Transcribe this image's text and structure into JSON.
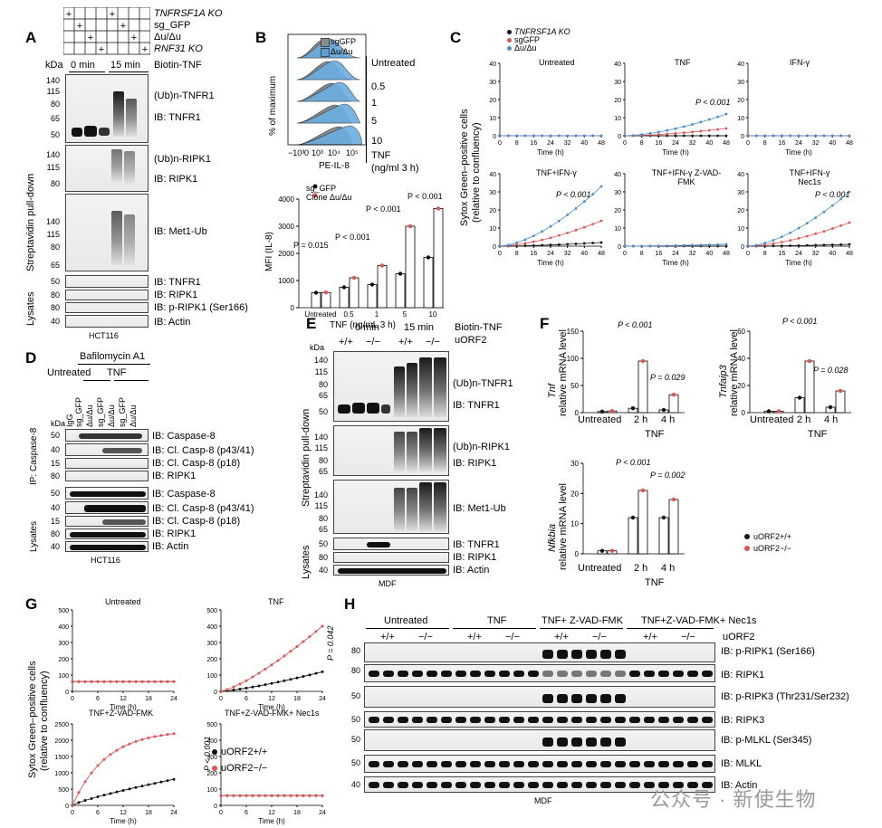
{
  "panels": {
    "A": "A",
    "B": "B",
    "C": "C",
    "D": "D",
    "E": "E",
    "F": "F",
    "G": "G",
    "H": "H"
  },
  "A": {
    "grid_rows": [
      "TNFRSF1A KO",
      "sg_GFP",
      "Δu/Δu",
      "RNF31 KO"
    ],
    "kda": "kDa",
    "time0": "0 min",
    "time15": "15 min",
    "treatment": "Biotin-TNF",
    "side_pulldown": "Streptavidin pull-down",
    "side_lysates": "Lysates",
    "labels": [
      "(Ub)n-TNFR1",
      "IB: TNFR1",
      "(Ub)n-RIPK1",
      "IB: RIPK1",
      "IB: Met1-Ub",
      "IB: TNFR1",
      "IB: RIPK1",
      "IB: p-RIPK1 (Ser166)",
      "IB: Actin"
    ],
    "mw1": [
      "140",
      "115",
      "80",
      "65",
      "50"
    ],
    "mw2": [
      "140",
      "115",
      "80"
    ],
    "mw3": [
      "140",
      "115",
      "80",
      "65"
    ],
    "mw4": [
      "50",
      "80",
      "80",
      "40"
    ],
    "cell": "HCT116"
  },
  "B": {
    "legend": [
      "sgGFP",
      "Δu/Δu"
    ],
    "ylabel": "% of maximum",
    "xlabel": "PE-IL-8",
    "conds": [
      "Untreated",
      "0.5",
      "1",
      "5",
      "10"
    ],
    "tnf": "TNF",
    "tnf_unit": "(ng/ml 3 h)",
    "xticks": [
      "−10³",
      "0",
      "10³",
      "10⁴",
      "10⁵"
    ],
    "bar_legend": [
      "sg_GFP",
      "Clone Δu/Δu"
    ],
    "bar_ylabel": "MFI (IL-8)",
    "bar_xlabel": "TNF (ng/mL 3 h)",
    "pvals": [
      "P = 0.015",
      "P < 0.001",
      "P < 0.001",
      "P < 0.001"
    ]
  },
  "C": {
    "legend": [
      "TNFRSF1A KO",
      "sgGFP",
      "Δu/Δu"
    ],
    "ylabel": "Sytox Green–positive cells",
    "ylabel2": "(relative to confluency)",
    "xlabel": "Time (h)",
    "titles": [
      "Untreated",
      "TNF",
      "IFN-γ",
      "TNF+IFN-γ",
      "TNF+IFN-γ Z-VAD-FMK",
      "TNF+IFN-γ Nec1s"
    ],
    "pvals": [
      "P < 0.001",
      "P < 0.001",
      "P < 0.001"
    ],
    "yticks": [
      "0",
      "10",
      "20",
      "30",
      "40"
    ],
    "xticks": [
      "0",
      "8",
      "16",
      "24",
      "32",
      "40",
      "48"
    ]
  },
  "D": {
    "top": "Bafilomycin A1",
    "untreated": "Untreated",
    "tnf": "TNF",
    "cols": [
      "IgG",
      "sg_GFP",
      "Δu/Δu",
      "sg_GFP",
      "Δu/Δu",
      "sg_GFP",
      "Δu/Δu"
    ],
    "side_ip": "IP: Caspase-8",
    "side_lys": "Lysates",
    "labels": [
      "IB: Caspase-8",
      "IB: Cl. Casp-8 (p43/41)",
      "IB: Cl. Casp-8 (p18)",
      "IB: RIPK1",
      "IB: Caspase-8",
      "IB: Cl. Casp-8 (p43/41)",
      "IB: Cl. Casp-8 (p18)",
      "IB: RIPK1",
      "IB: Actin"
    ],
    "mw": [
      "50",
      "40",
      "15",
      "80",
      "50",
      "40",
      "15",
      "80",
      "40"
    ],
    "cell": "HCT116",
    "kda": "kDa"
  },
  "E": {
    "time0": "0 min",
    "time15": "15 min",
    "treatment": "Biotin-TNF",
    "gene": "uORF2",
    "geno": [
      "+/+",
      "−/−",
      "+/+",
      "−/−"
    ],
    "kda": "kDa",
    "side_pulldown": "Streptavidin pull-down",
    "side_lysates": "Lysates",
    "labels": [
      "(Ub)n-TNFR1",
      "IB: TNFR1",
      "(Ub)n-RIPK1",
      "IB: RIPK1",
      "IB: Met1-Ub",
      "IB: TNFR1",
      "IB: RIPK1",
      "IB: Actin"
    ],
    "mw1": [
      "140",
      "115",
      "80",
      "65",
      "50"
    ],
    "mw2": [
      "140",
      "115",
      "80",
      "65"
    ],
    "mw3": [
      "140",
      "115",
      "80",
      "65"
    ],
    "mw4": [
      "50",
      "80",
      "40"
    ],
    "cell": "MDF"
  },
  "F": {
    "genes": [
      "Tnf",
      "Tnfaip3",
      "Nfkbia"
    ],
    "ylabel": "relative mRNA level",
    "conds": [
      "Untreated",
      "2 h",
      "4 h"
    ],
    "tnf": "TNF",
    "pvals": {
      "tnf": [
        "P < 0.001",
        "P = 0.029"
      ],
      "tnfaip3": [
        "P < 0.001",
        "P = 0.028"
      ],
      "nfkbia": [
        "P < 0.001",
        "P = 0.002"
      ]
    },
    "legend": [
      "uORF2+/+",
      "uORF2−/−"
    ]
  },
  "G": {
    "titles": [
      "Untreated",
      "TNF",
      "TNF+Z-VAD-FMK",
      "TNF+Z-VAD-FMK+ Nec1s"
    ],
    "ylabel": "Sytox Green–positive cells",
    "ylabel2": "(relative to confluency)",
    "xlabel": "Time (h)",
    "pvals": [
      "P = 0.042",
      "P < 0.001"
    ],
    "legend": [
      "uORF2+/+",
      "uORF2−/−"
    ],
    "yticks_small": [
      "0",
      "100",
      "200",
      "300",
      "400",
      "500"
    ],
    "yticks_big": [
      "0",
      "500",
      "1000",
      "1500",
      "2000",
      "2500"
    ],
    "xticks": [
      "0",
      "6",
      "12",
      "18",
      "24"
    ]
  },
  "H": {
    "groups": [
      "Untreated",
      "TNF",
      "TNF+ Z-VAD-FMK",
      "TNF+Z-VAD-FMK+ Nec1s"
    ],
    "geno": [
      "+/+",
      "−/−",
      "+/+",
      "−/−",
      "+/+",
      "−/−",
      "+/+",
      "−/−"
    ],
    "gene": "uORF2",
    "labels": [
      "IB: p-RIPK1 (Ser166)",
      "IB: RIPK1",
      "IB: p-RIPK3 (Thr231/Ser232)",
      "IB: RIPK3",
      "IB: p-MLKL (Ser345)",
      "IB: MLKL",
      "IB: Actin"
    ],
    "mw": [
      "80",
      "80",
      "50",
      "50",
      "50",
      "50",
      "40"
    ],
    "cell": "MDF"
  },
  "watermark": "公众号 · 新使生物",
  "colors": {
    "black": "#111111",
    "red": "#e05252",
    "blue": "#4a8fd0",
    "grey": "#8c8c8c"
  }
}
